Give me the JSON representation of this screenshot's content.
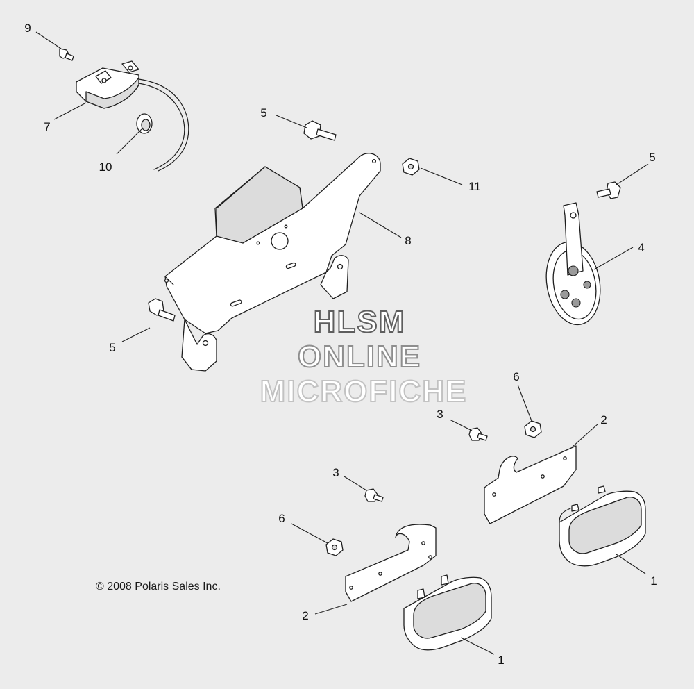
{
  "copyright": "© 2008 Polaris Sales Inc.",
  "watermark": {
    "line1": "HLSM",
    "line2": "ONLINE",
    "line3": "MICROFICHE"
  },
  "callouts": {
    "c9": "9",
    "c7": "7",
    "c10": "10",
    "c5_top": "5",
    "c11": "11",
    "c8": "8",
    "c5_right": "5",
    "c4": "4",
    "c5_left": "5",
    "c6_right": "6",
    "c3_right": "3",
    "c2_right": "2",
    "c3_left": "3",
    "c6_left": "6",
    "c2_left": "2",
    "c1_right": "1",
    "c1_left": "1"
  },
  "colors": {
    "background": "#ececec",
    "line": "#1e1e1e"
  }
}
